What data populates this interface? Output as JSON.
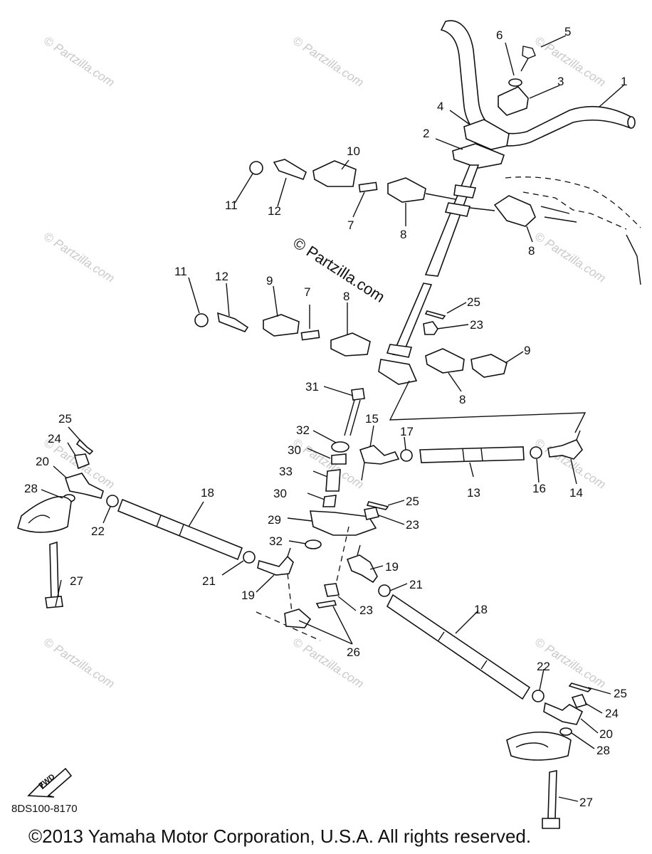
{
  "watermark": {
    "text": "© Partzilla.com",
    "center_text": "© Partzilla.com"
  },
  "drawing_code": "8DS100-8170",
  "fwd_label": "FWD",
  "copyright": "©2013  Yamaha Motor Corporation, U.S.A. All rights reserved.",
  "part_callouts": [
    "1",
    "2",
    "3",
    "4",
    "5",
    "6",
    "7",
    "8",
    "9",
    "10",
    "11",
    "12",
    "13",
    "14",
    "15",
    "16",
    "17",
    "18",
    "19",
    "20",
    "21",
    "22",
    "23",
    "24",
    "25",
    "26",
    "27",
    "28",
    "29",
    "30",
    "31",
    "32",
    "33"
  ]
}
